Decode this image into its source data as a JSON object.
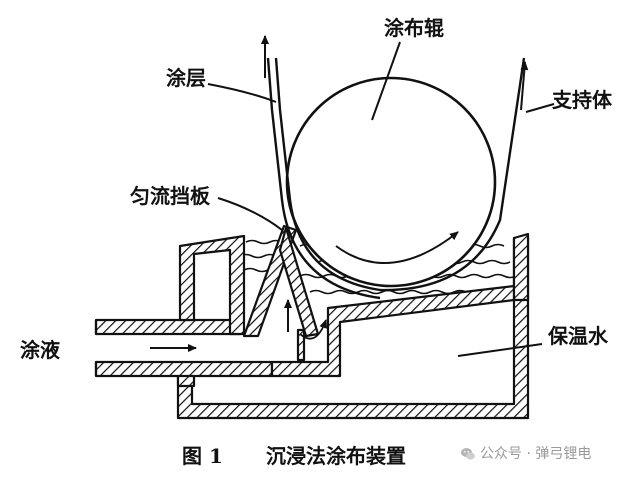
{
  "labels": {
    "roller": "涂布辊",
    "coating_layer": "涂层",
    "support": "支持体",
    "baffle": "匀流挡板",
    "liquid": "涂液",
    "insulation_water": "保温水"
  },
  "caption": {
    "figure_number": "图 1",
    "title": "沉浸法涂布装置"
  },
  "watermark": {
    "source": "公众号 · 弹弓锂电"
  },
  "colors": {
    "line": "#111111",
    "hatch_fill": "#ffffff",
    "watermark": "#9a9a9a"
  }
}
